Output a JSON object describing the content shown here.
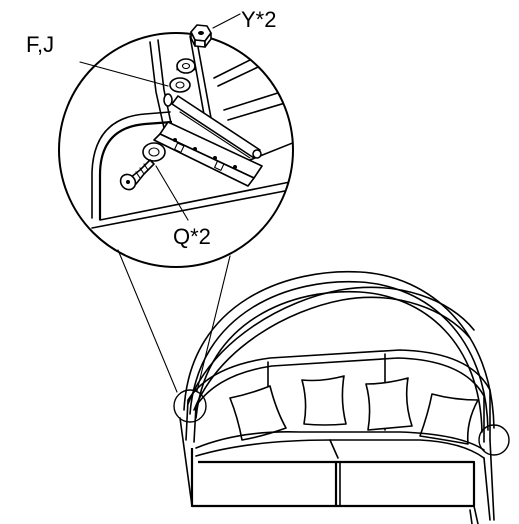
{
  "diagram": {
    "labels": {
      "part_fj": "F,J",
      "part_y": "Y*2",
      "part_q": "Q*2"
    },
    "colors": {
      "line": "#000000",
      "background": "#ffffff"
    }
  }
}
